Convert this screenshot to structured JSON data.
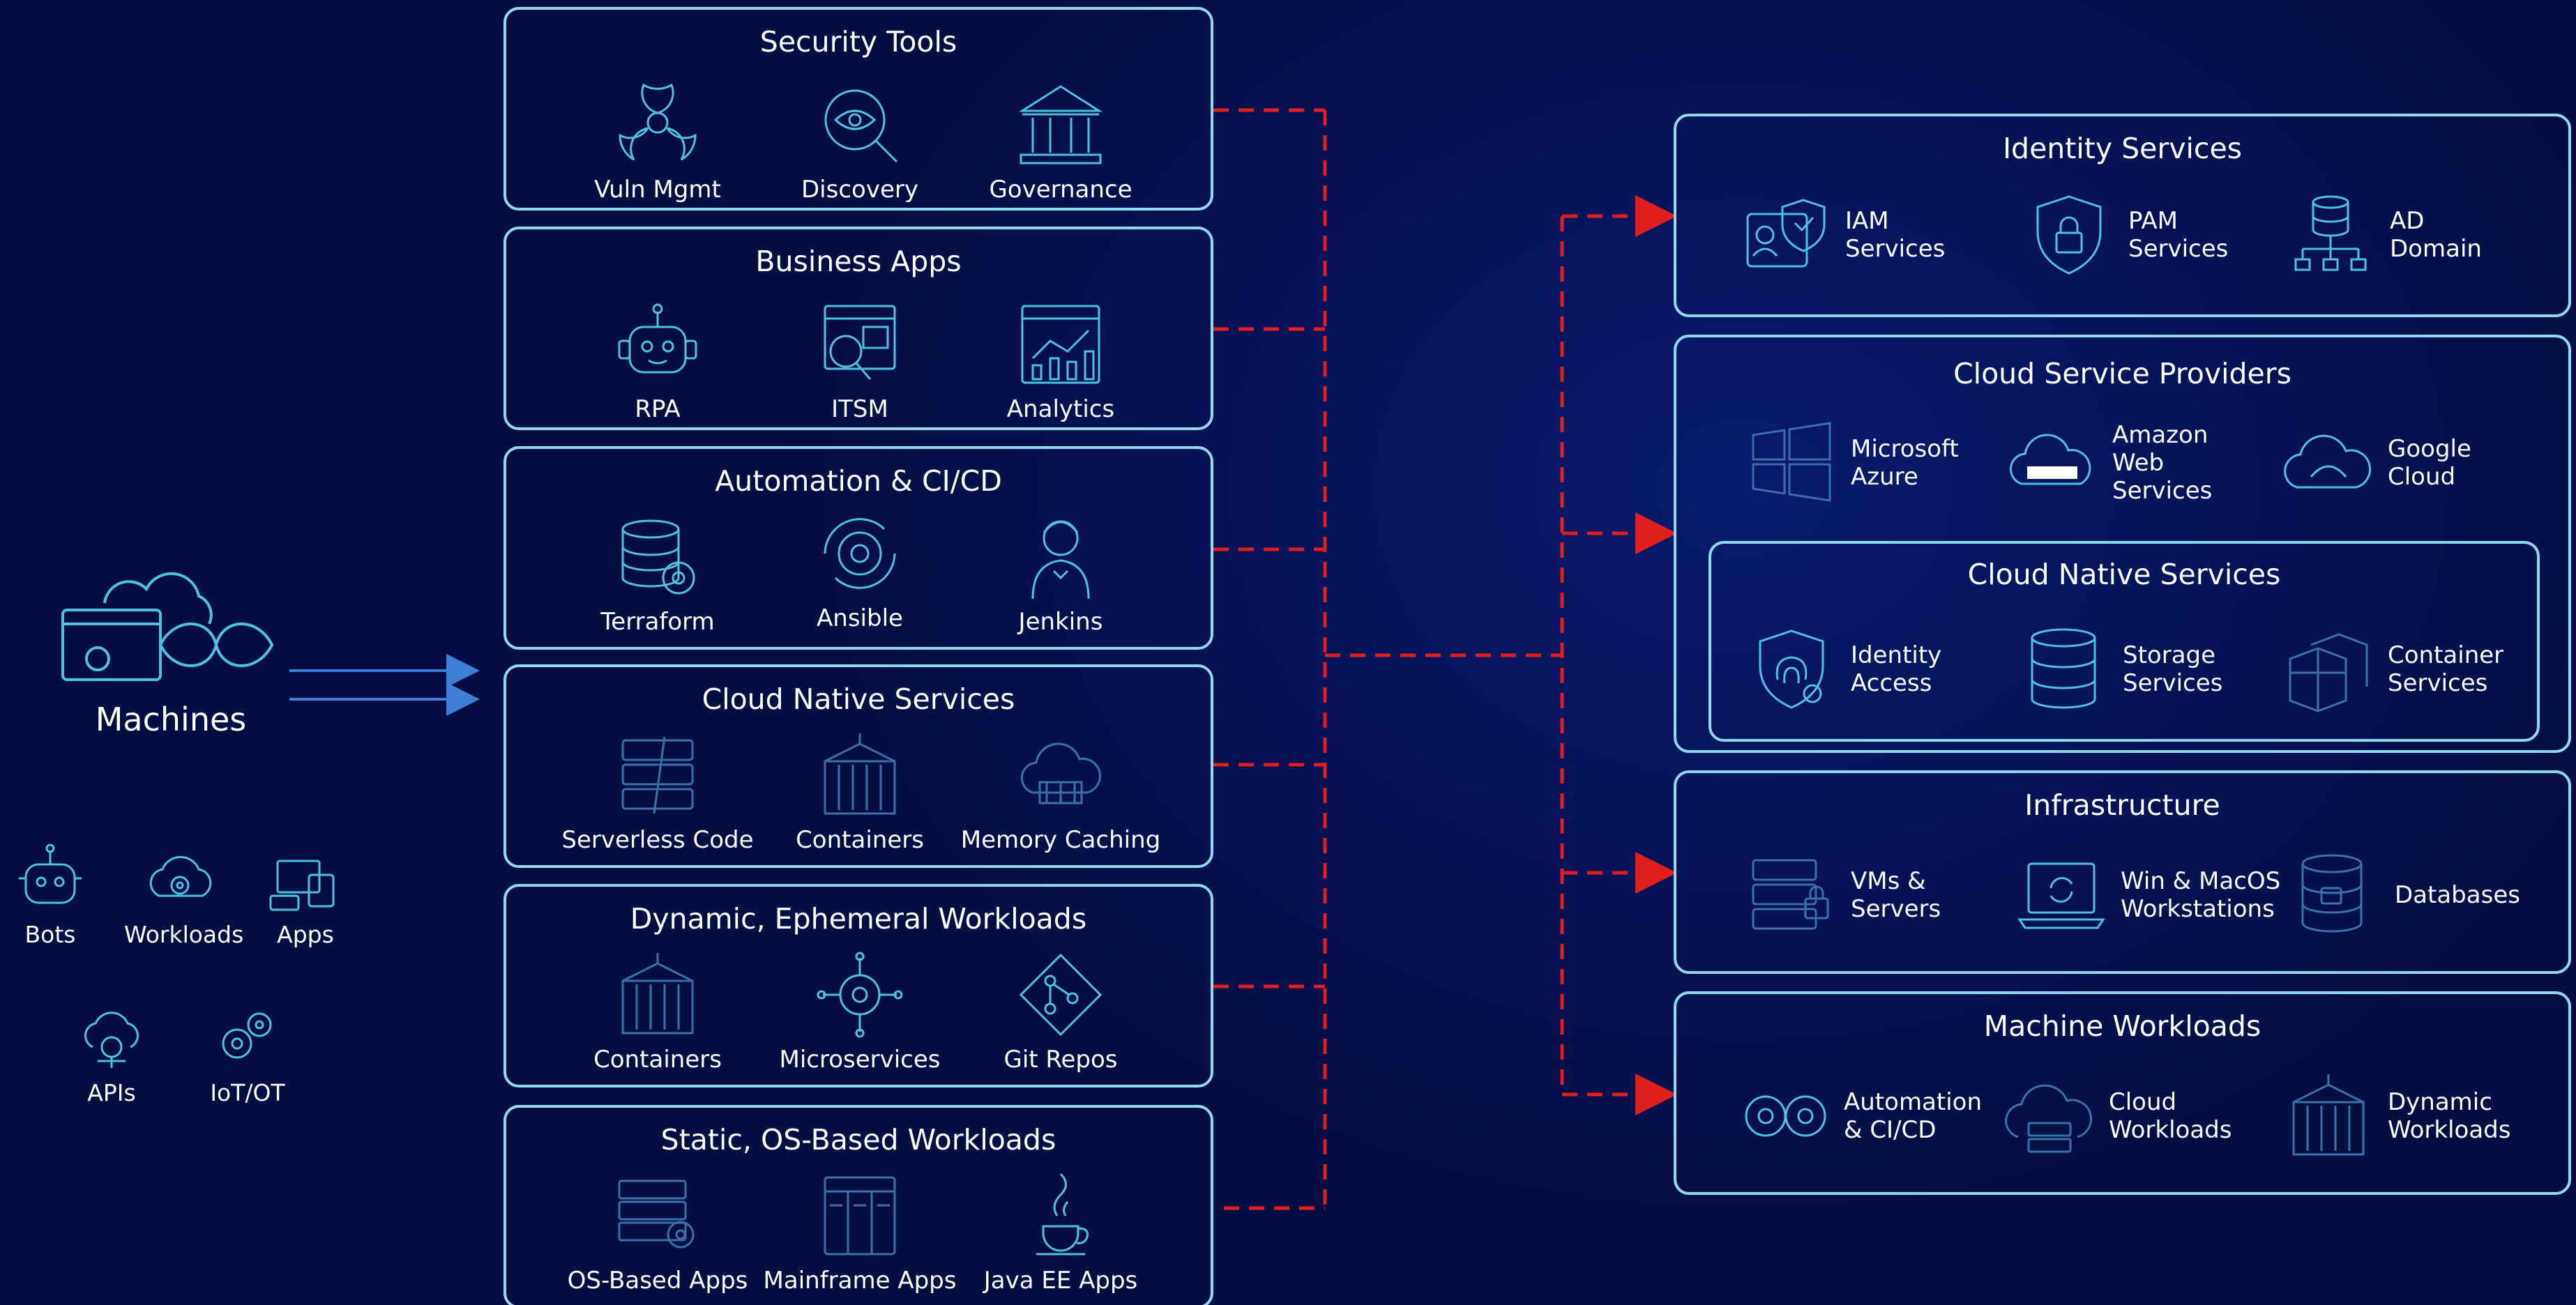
{
  "machines": {
    "label": "Machines"
  },
  "sources": [
    {
      "label": "Bots",
      "icon": "robot-face-icon"
    },
    {
      "label": "Workloads",
      "icon": "cloud-gear-icon"
    },
    {
      "label": "Apps",
      "icon": "devices-icon"
    },
    {
      "label": "APIs",
      "icon": "api-cloud-icon"
    },
    {
      "label": "IoT/OT",
      "icon": "gears-icon"
    }
  ],
  "left_groups": [
    {
      "title": "Security Tools",
      "items": [
        {
          "label": "Vuln Mgmt",
          "icon": "biohazard-icon"
        },
        {
          "label": "Discovery",
          "icon": "eye-magnifier-icon"
        },
        {
          "label": "Governance",
          "icon": "building-columns-icon"
        }
      ]
    },
    {
      "title": "Business Apps",
      "items": [
        {
          "label": "RPA",
          "icon": "robot-icon"
        },
        {
          "label": "ITSM",
          "icon": "browser-search-icon"
        },
        {
          "label": "Analytics",
          "icon": "chart-window-icon"
        }
      ]
    },
    {
      "title": "Automation & CI/CD",
      "items": [
        {
          "label": "Terraform",
          "icon": "database-gear-icon"
        },
        {
          "label": "Ansible",
          "icon": "gear-cycle-icon"
        },
        {
          "label": "Jenkins",
          "icon": "butler-icon"
        }
      ]
    },
    {
      "title": "Cloud Native Services",
      "items": [
        {
          "label": "Serverless Code",
          "icon": "server-stack-icon"
        },
        {
          "label": "Containers",
          "icon": "container-icon"
        },
        {
          "label": "Memory Caching",
          "icon": "cloud-memory-icon"
        }
      ]
    },
    {
      "title": "Dynamic, Ephemeral Workloads",
      "items": [
        {
          "label": "Containers",
          "icon": "container-icon"
        },
        {
          "label": "Microservices",
          "icon": "virus-gear-icon"
        },
        {
          "label": "Git Repos",
          "icon": "git-icon"
        }
      ]
    },
    {
      "title": "Static, OS-Based Workloads",
      "items": [
        {
          "label": "OS-Based Apps",
          "icon": "server-gear-icon"
        },
        {
          "label": "Mainframe Apps",
          "icon": "mainframe-icon"
        },
        {
          "label": "Java EE Apps",
          "icon": "java-cup-icon"
        }
      ]
    }
  ],
  "right_groups": {
    "identity": {
      "title": "Identity Services",
      "items": [
        {
          "label": "IAM\nServices",
          "icon": "id-card-shield-icon"
        },
        {
          "label": "PAM\nServices",
          "icon": "shield-lock-icon"
        },
        {
          "label": "AD\nDomain",
          "icon": "database-tree-icon"
        }
      ]
    },
    "csp": {
      "title": "Cloud Service Providers",
      "items": [
        {
          "label": "Microsoft\nAzure",
          "icon": "windows-icon"
        },
        {
          "label": "Amazon\nWeb\nServices",
          "icon": "cloud-aws-icon"
        },
        {
          "label": "Google\nCloud",
          "icon": "cloud-swirl-icon"
        }
      ],
      "inner": {
        "title": "Cloud Native Services",
        "items": [
          {
            "label": "Identity\nAccess",
            "icon": "fingerprint-icon"
          },
          {
            "label": "Storage\nServices",
            "icon": "database-icon"
          },
          {
            "label": "Container\nServices",
            "icon": "containers-icon"
          }
        ]
      }
    },
    "infra": {
      "title": "Infrastructure",
      "items": [
        {
          "label": "VMs &\nServers",
          "icon": "server-lock-icon"
        },
        {
          "label": "Win & MacOS\nWorkstations",
          "icon": "laptop-sync-icon"
        },
        {
          "label": "Databases",
          "icon": "database-lock-icon"
        }
      ]
    },
    "workloads": {
      "title": "Machine Workloads",
      "items": [
        {
          "label": "Automation\n& CI/CD",
          "icon": "gears-pair-icon"
        },
        {
          "label": "Cloud\nWorkloads",
          "icon": "cloud-server-icon"
        },
        {
          "label": "Dynamic\nWorkloads",
          "icon": "container-icon"
        }
      ]
    }
  },
  "colors": {
    "background": "#06114a",
    "border": "#8fd8ee",
    "icon": "#4fc1e0",
    "connector": "#e01e1e",
    "arrow": "#3f7fd8"
  }
}
